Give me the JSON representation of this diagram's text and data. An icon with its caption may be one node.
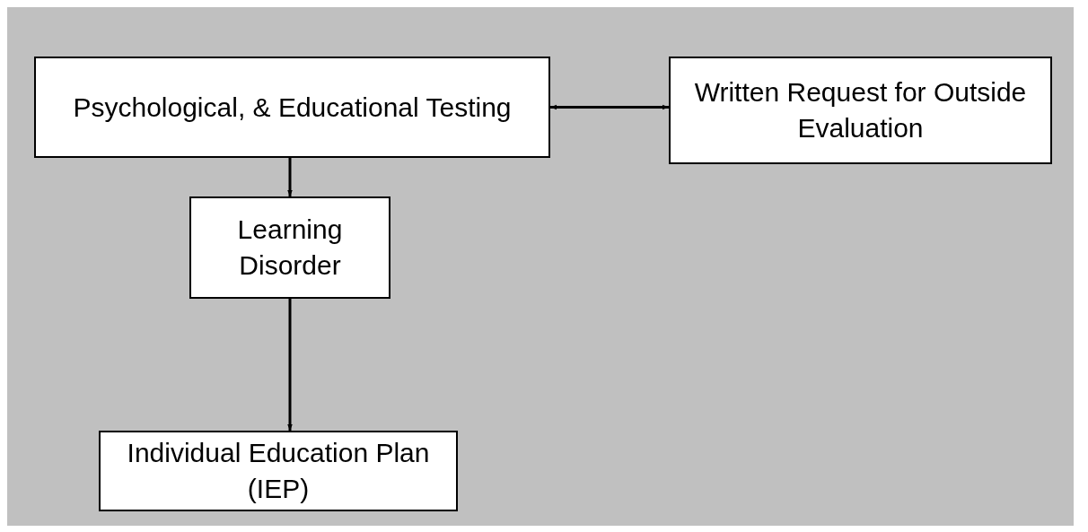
{
  "diagram": {
    "nodes": [
      {
        "text": [
          "Psychological, & Educational Testing"
        ]
      },
      {
        "text": [
          "Written Request for Outside Evaluation"
        ]
      },
      {
        "text": [
          "Learning Disorder"
        ]
      },
      {
        "text": [
          "Individual Education Plan (IEP)"
        ]
      }
    ],
    "edges": [
      {
        "from": 0,
        "to": 1,
        "arrow": "both"
      },
      {
        "from": 0,
        "to": 2,
        "arrow": "to"
      },
      {
        "from": 2,
        "to": 3,
        "arrow": "to"
      }
    ]
  }
}
